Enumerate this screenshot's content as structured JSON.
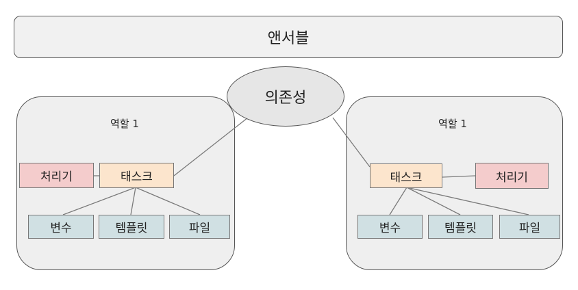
{
  "ensemble": {
    "label": "앤서블"
  },
  "dependency": {
    "label": "의존성"
  },
  "roles": [
    {
      "label": "역할 1",
      "handler": "처리기",
      "task": "태스크",
      "children": [
        "변수",
        "템플릿",
        "파일"
      ]
    },
    {
      "label": "역할 1",
      "handler": "처리기",
      "task": "태스크",
      "children": [
        "변수",
        "템플릿",
        "파일"
      ]
    }
  ],
  "colors": {
    "handler": "#f4cccc",
    "task": "#fce5cd",
    "leaf": "#d0e0e3",
    "container": "#efefef"
  }
}
